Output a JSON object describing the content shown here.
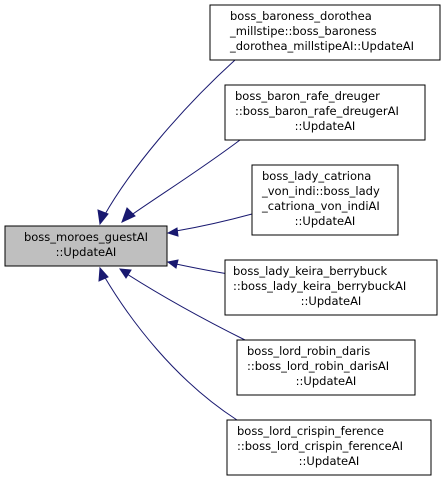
{
  "colors": {
    "root_fill": "#bfbfbf",
    "node_fill": "#ffffff",
    "edge": "#191970",
    "border": "#000000"
  },
  "root": {
    "lines": [
      "boss_moroes_guestAI",
      "::UpdateAI"
    ]
  },
  "callers": [
    {
      "lines": [
        "boss_baroness_dorothea",
        "_millstipe::boss_baroness",
        "_dorothea_millstipeAI::UpdateAI"
      ]
    },
    {
      "lines": [
        "boss_baron_rafe_dreuger",
        "::boss_baron_rafe_dreugerAI",
        "::UpdateAI"
      ]
    },
    {
      "lines": [
        "boss_lady_catriona",
        "_von_indi::boss_lady",
        "_catriona_von_indiAI",
        "::UpdateAI"
      ]
    },
    {
      "lines": [
        "boss_lady_keira_berrybuck",
        "::boss_lady_keira_berrybuckAI",
        "::UpdateAI"
      ]
    },
    {
      "lines": [
        "boss_lord_robin_daris",
        "::boss_lord_robin_darisAI",
        "::UpdateAI"
      ]
    },
    {
      "lines": [
        "boss_lord_crispin_ference",
        "::boss_lord_crispin_ferenceAI",
        "::UpdateAI"
      ]
    }
  ]
}
